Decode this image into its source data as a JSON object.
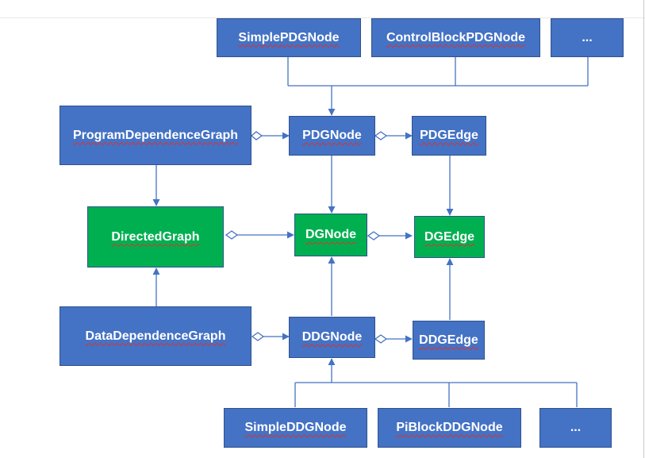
{
  "nodes": {
    "simple_pdg_node": "SimplePDGNode",
    "control_block_pdg_node": "ControlBlockPDGNode",
    "more_pdg_nodes": "...",
    "program_dependence_graph": "ProgramDependenceGraph",
    "pdg_node": "PDGNode",
    "pdg_edge": "PDGEdge",
    "directed_graph": "DirectedGraph",
    "dg_node": "DGNode",
    "dg_edge": "DGEdge",
    "data_dependence_graph": "DataDependenceGraph",
    "ddg_node": "DDGNode",
    "ddg_edge": "DDGEdge",
    "simple_ddg_node": "SimpleDDGNode",
    "pi_block_ddg_node": "PiBlockDDGNode",
    "more_ddg_nodes": "..."
  },
  "colors": {
    "blue_node": "#4472c4",
    "green_node": "#00b050",
    "connector": "#4472c4",
    "spell_underline": "#e0312b"
  }
}
